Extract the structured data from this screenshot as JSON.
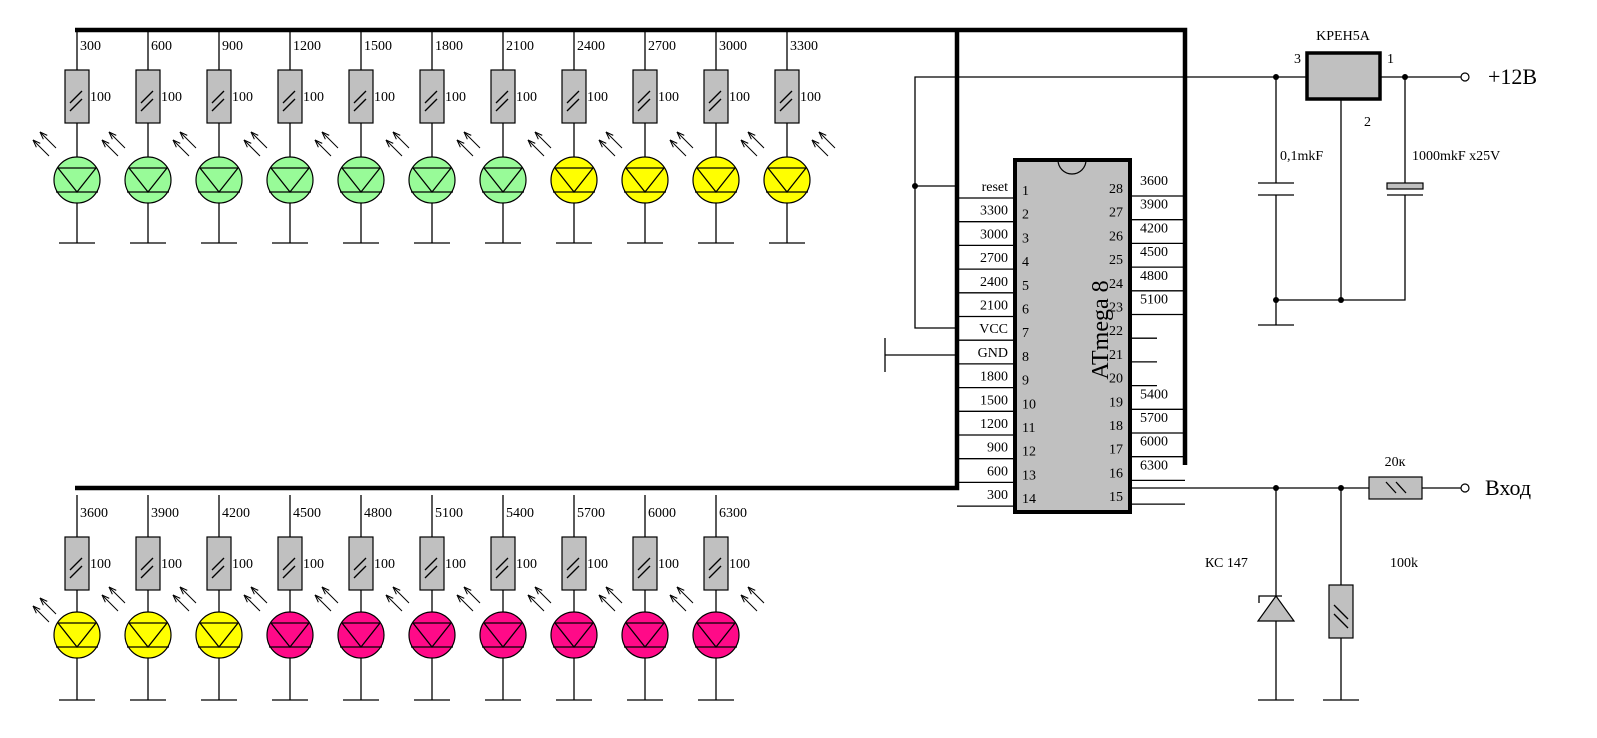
{
  "title": "ATmega 8 frequency indicator schematic",
  "colors": {
    "led_green": "#98fb98",
    "led_yellow": "#ffff00",
    "led_magenta": "#ff0a88",
    "component_fill": "#c0c0c0",
    "wire": "#000000"
  },
  "top_row": [
    {
      "freq": "300",
      "resistor": "100",
      "led_color": "green"
    },
    {
      "freq": "600",
      "resistor": "100",
      "led_color": "green"
    },
    {
      "freq": "900",
      "resistor": "100",
      "led_color": "green"
    },
    {
      "freq": "1200",
      "resistor": "100",
      "led_color": "green"
    },
    {
      "freq": "1500",
      "resistor": "100",
      "led_color": "green"
    },
    {
      "freq": "1800",
      "resistor": "100",
      "led_color": "green"
    },
    {
      "freq": "2100",
      "resistor": "100",
      "led_color": "green"
    },
    {
      "freq": "2400",
      "resistor": "100",
      "led_color": "yellow"
    },
    {
      "freq": "2700",
      "resistor": "100",
      "led_color": "yellow"
    },
    {
      "freq": "3000",
      "resistor": "100",
      "led_color": "yellow"
    },
    {
      "freq": "3300",
      "resistor": "100",
      "led_color": "yellow"
    }
  ],
  "bottom_row": [
    {
      "freq": "3600",
      "resistor": "100",
      "led_color": "yellow"
    },
    {
      "freq": "3900",
      "resistor": "100",
      "led_color": "yellow"
    },
    {
      "freq": "4200",
      "resistor": "100",
      "led_color": "yellow"
    },
    {
      "freq": "4500",
      "resistor": "100",
      "led_color": "magenta"
    },
    {
      "freq": "4800",
      "resistor": "100",
      "led_color": "magenta"
    },
    {
      "freq": "5100",
      "resistor": "100",
      "led_color": "magenta"
    },
    {
      "freq": "5400",
      "resistor": "100",
      "led_color": "magenta"
    },
    {
      "freq": "5700",
      "resistor": "100",
      "led_color": "magenta"
    },
    {
      "freq": "6000",
      "resistor": "100",
      "led_color": "magenta"
    },
    {
      "freq": "6300",
      "resistor": "100",
      "led_color": "magenta"
    }
  ],
  "ic": {
    "name": "ATmega 8",
    "left_pins": [
      {
        "num": "1",
        "label": "reset"
      },
      {
        "num": "2",
        "label": "3300"
      },
      {
        "num": "3",
        "label": "3000"
      },
      {
        "num": "4",
        "label": "2700"
      },
      {
        "num": "5",
        "label": "2400"
      },
      {
        "num": "6",
        "label": "2100"
      },
      {
        "num": "7",
        "label": "VCC"
      },
      {
        "num": "8",
        "label": "GND"
      },
      {
        "num": "9",
        "label": "1800"
      },
      {
        "num": "10",
        "label": "1500"
      },
      {
        "num": "11",
        "label": "1200"
      },
      {
        "num": "12",
        "label": "900"
      },
      {
        "num": "13",
        "label": "600"
      },
      {
        "num": "14",
        "label": "300"
      }
    ],
    "right_pins": [
      {
        "num": "28",
        "label": "3600"
      },
      {
        "num": "27",
        "label": "3900"
      },
      {
        "num": "26",
        "label": "4200"
      },
      {
        "num": "25",
        "label": "4500"
      },
      {
        "num": "24",
        "label": "4800"
      },
      {
        "num": "23",
        "label": "5100"
      },
      {
        "num": "22",
        "label": ""
      },
      {
        "num": "21",
        "label": ""
      },
      {
        "num": "20",
        "label": ""
      },
      {
        "num": "19",
        "label": "5400"
      },
      {
        "num": "18",
        "label": "5700"
      },
      {
        "num": "17",
        "label": "6000"
      },
      {
        "num": "16",
        "label": "6300"
      },
      {
        "num": "15",
        "label": ""
      }
    ]
  },
  "power": {
    "regulator_name": "KPEH5A",
    "pin_in": "3",
    "pin_out": "1",
    "pin_gnd": "2",
    "cap1": "0,1mkF",
    "cap2": "1000mkF x25V",
    "terminal": "+12B"
  },
  "input": {
    "series_resistor": "20к",
    "zener": "КС 147",
    "pulldown_resistor": "100k",
    "terminal": "Вход"
  }
}
